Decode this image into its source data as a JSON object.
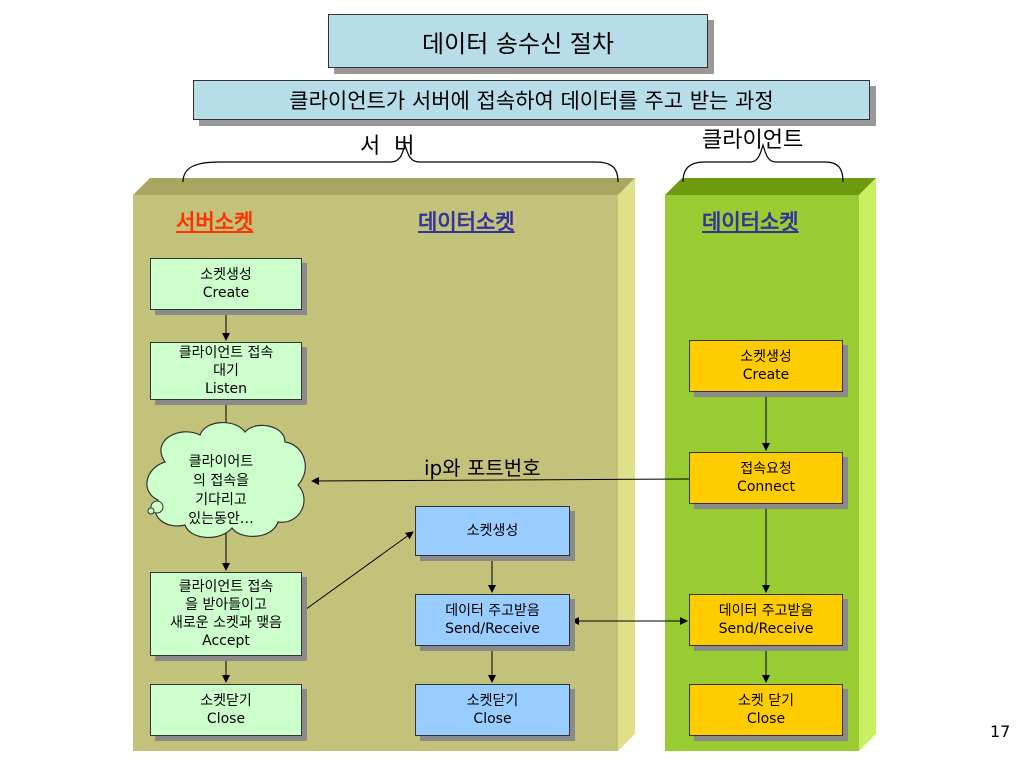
{
  "title": "데이터 송수신 절차",
  "subtitle": "클라이언트가 서버에 접속하여 데이터를 주고 받는 과정",
  "server_label": "서  버",
  "client_label": "클라이언트",
  "server": {
    "server_socket_heading": "서버소켓",
    "data_socket_heading": "데이터소켓",
    "server_steps": [
      {
        "line1": "소켓생성",
        "line2": "Create"
      },
      {
        "line1": "클라이언트 접속",
        "line2": "대기",
        "line3": "Listen"
      }
    ],
    "cloud": {
      "line1": "클라이어트",
      "line2": "의 접속을",
      "line3": "기다리고",
      "line4": "있는동안…"
    },
    "accept_step": {
      "line1": "클라이언트 접속",
      "line2": "을 받아들이고",
      "line3": "새로운 소켓과 맺음",
      "line4": "Accept"
    },
    "close_step": {
      "line1": "소켓닫기",
      "line2": "Close"
    },
    "data_steps": [
      {
        "line1": "소켓생성"
      },
      {
        "line1": "데이터 주고받음",
        "line2": "Send/Receive"
      },
      {
        "line1": "소켓닫기",
        "line2": "Close"
      }
    ]
  },
  "client": {
    "data_socket_heading": "데이터소켓",
    "steps": [
      {
        "line1": "소켓생성",
        "line2": "Create"
      },
      {
        "line1": "접속요청",
        "line2": "Connect"
      },
      {
        "line1": "데이터 주고받음",
        "line2": "Send/Receive"
      },
      {
        "line1": "소켓 닫기",
        "line2": "Close"
      }
    ]
  },
  "connection_label": "ip와 포트번호",
  "page_number": "17",
  "colors": {
    "title_bg": "#b7dde8",
    "server_panel": "#c3c27a",
    "client_panel": "#99cc33",
    "server_heading": "#ff3300",
    "data_heading": "#333399",
    "green_box": "#ccffcc",
    "blue_box": "#99ccff",
    "yellow_box": "#ffcc00"
  }
}
